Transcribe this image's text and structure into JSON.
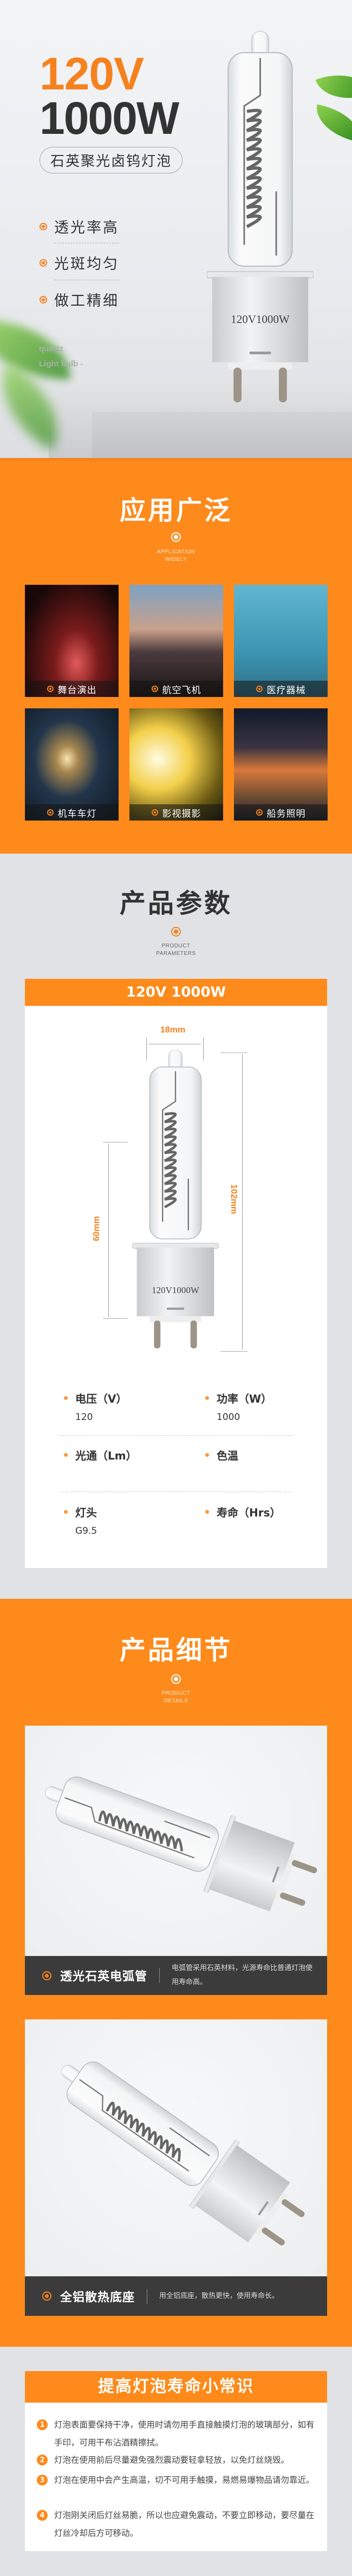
{
  "hero": {
    "voltage": "120V",
    "wattage": "1000W",
    "product_name": "石英聚光卤钨灯泡",
    "features": [
      "透光率高",
      "光斑均匀",
      "做工精细"
    ],
    "subtitle_en_line1": "quartz",
    "subtitle_en_line2": "Light bulb -",
    "bulb_marking": "120V1000W"
  },
  "applications": {
    "title": "应用广泛",
    "subtitle_en_line1": "APPLICATION",
    "subtitle_en_line2": "WIDELY",
    "items": [
      {
        "label": "舞台演出"
      },
      {
        "label": "航空飞机"
      },
      {
        "label": "医疗器械"
      },
      {
        "label": "机车车灯"
      },
      {
        "label": "影视摄影"
      },
      {
        "label": "船务照明"
      }
    ]
  },
  "parameters": {
    "title": "产品参数",
    "subtitle_en_line1": "PRODUCT",
    "subtitle_en_line2": "PARAMETERS",
    "model": "120V 1000W",
    "dim_width": "18mm",
    "dim_total_height": "102mm",
    "dim_glass_height": "60mm",
    "specs": [
      {
        "label": "电压（V）",
        "value": "120"
      },
      {
        "label": "功率（W）",
        "value": "1000"
      },
      {
        "label": "光通（Lm）",
        "value": ""
      },
      {
        "label": "色温",
        "value": ""
      },
      {
        "label": "灯头",
        "value": "G9.5"
      },
      {
        "label": "寿命（Hrs）",
        "value": ""
      }
    ]
  },
  "details": {
    "title": "产品细节",
    "subtitle_en_line1": "PRODUCT",
    "subtitle_en_line2": "DETAILS",
    "items": [
      {
        "title": "透光石英电弧管",
        "desc": "电弧管采用石英材料，光源寿命比普通灯泡使用寿命高。"
      },
      {
        "title": "全铝散热底座",
        "desc": "用全铝底座，散热更快，使用寿命长。"
      }
    ]
  },
  "tips": {
    "title": "提高灯泡寿命小常识",
    "items": [
      {
        "num": "1",
        "text": "灯泡表面要保持干净，使用时请勿用手直接触摸灯泡的玻璃部分，如有手印，可用干布沾酒精擦拭。"
      },
      {
        "num": "2",
        "text": "灯泡在使用前后尽量避免强烈震动要轻拿轻放，以免灯丝烧毁。"
      },
      {
        "num": "3",
        "text": "灯泡在使用中会产生高温，切不可用手触摸，易燃易爆物品请勿靠近。"
      },
      {
        "num": "4",
        "text": "灯泡刚关闭后灯丝易脆，所以也应避免震动，不要立即移动，要尽量在灯丝冷却后方可移动。"
      }
    ]
  },
  "colors": {
    "accent": "#fd8a1b",
    "dark": "#333333",
    "panel": "#e1e2e5",
    "caption": "#3b3b3b"
  }
}
